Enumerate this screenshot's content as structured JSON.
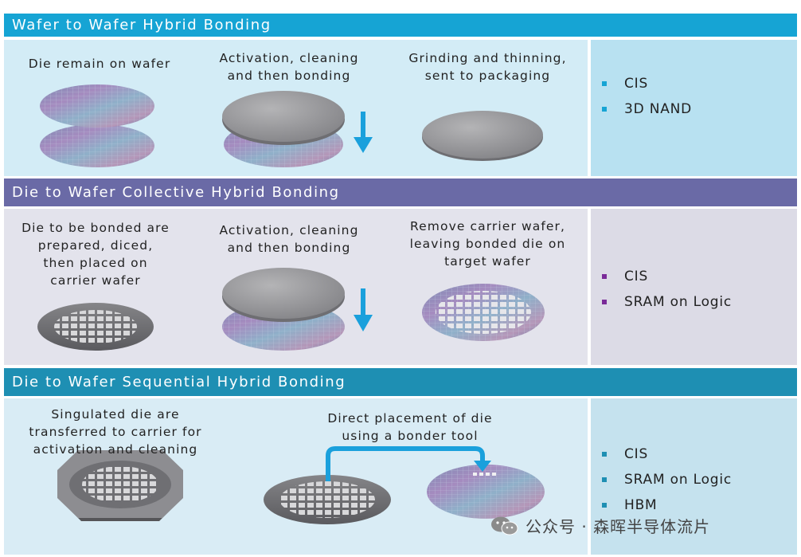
{
  "colors": {
    "header1": "#16a4d4",
    "header2": "#6a6aa6",
    "header3": "#1e8fb3",
    "panel1": "#d3ecf6",
    "panel2": "#e3e3ec",
    "panel3": "#d9ecf5",
    "side1": "#b8e1f1",
    "side2": "#dcdbe6",
    "side3": "#c5e2ee",
    "bullet1": "#16a4d4",
    "bullet2": "#7a2a98",
    "bullet3": "#1e8fb3",
    "arrow": "#1aa0dc"
  },
  "sections": [
    {
      "title": "Wafer to Wafer Hybrid Bonding",
      "step1": "Die remain on wafer",
      "step2": [
        "Activation, cleaning",
        "and then bonding"
      ],
      "step3": [
        "Grinding and thinning,",
        "sent to packaging"
      ],
      "apps": [
        "CIS",
        "3D NAND"
      ]
    },
    {
      "title": "Die to Wafer Collective Hybrid Bonding",
      "step1": [
        "Die to be bonded are",
        "prepared, diced,",
        "then placed on",
        "carrier wafer"
      ],
      "step2": [
        "Activation, cleaning",
        "and then bonding"
      ],
      "step3": [
        "Remove carrier wafer,",
        "leaving bonded die on",
        "target wafer"
      ],
      "apps": [
        "CIS",
        "SRAM on Logic"
      ]
    },
    {
      "title": "Die to Wafer Sequential Hybrid Bonding",
      "step1": [
        "Singulated die are",
        "transferred to carrier for",
        "activation and cleaning"
      ],
      "step2": [
        "Direct placement of die",
        "using a bonder tool"
      ],
      "apps": [
        "CIS",
        "SRAM on Logic",
        "HBM"
      ]
    }
  ],
  "watermark": "公众号 · 森晖半导体流片",
  "icons": [
    "down-arrow-icon",
    "curved-arrow-icon",
    "wechat-icon"
  ]
}
